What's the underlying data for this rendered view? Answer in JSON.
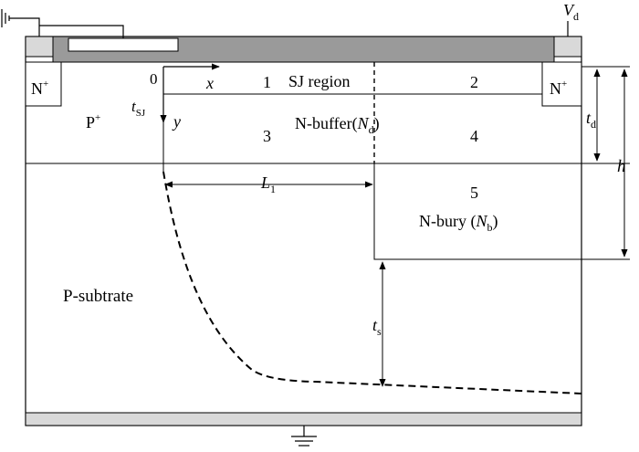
{
  "labels": {
    "n_plus_left": "N",
    "n_plus_right": "N",
    "plus_sup": "+",
    "p_plus": "P",
    "origin": "0",
    "x_axis": "x",
    "y_axis": "y",
    "region_1": "1",
    "region_2": "2",
    "region_3": "3",
    "region_4": "4",
    "region_5": "5",
    "sj_region": "SJ region",
    "n_buffer": "N-buffer",
    "n_buffer_symbol": "N",
    "n_buffer_symbol_sub": "d",
    "n_bury": "N-bury",
    "n_bury_symbol": "N",
    "n_bury_symbol_sub": "b",
    "p_substrate": "P-subtrate",
    "t_sj": "t",
    "t_sj_sub": "SJ",
    "t_d": "t",
    "t_d_sub": "d",
    "h": "h",
    "l1": "L",
    "l1_sub": "1",
    "t_s": "t",
    "t_s_sub": "s",
    "v_d": "V",
    "v_d_sub": "d"
  },
  "colors": {
    "line": "#000000",
    "drift_fill": "#9a9a9a",
    "contact_fill": "#d9d9d9",
    "background": "#ffffff"
  },
  "icons": {
    "ground_top": "ground-icon",
    "ground_bottom": "ground-icon"
  }
}
